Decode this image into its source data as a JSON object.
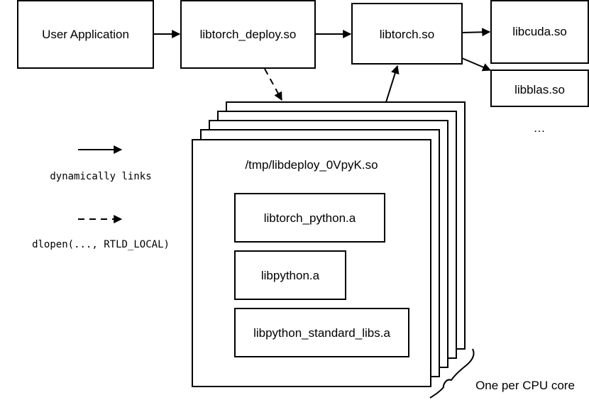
{
  "nodes": {
    "user_app": "User Application",
    "libtorch_deploy": "libtorch_deploy.so",
    "libtorch": "libtorch.so",
    "libcuda": "libcuda.so",
    "libblas": "libblas.so",
    "ellipsis": "…",
    "tmp_lib": "/tmp/libdeploy_0VpyK.so",
    "libtorch_python": "libtorch_python.a",
    "libpython": "libpython.a",
    "libpython_std": "libpython_standard_libs.a"
  },
  "legend": {
    "solid": "dynamically links",
    "dashed": "dlopen(..., RTLD_LOCAL)"
  },
  "annotation": "One per CPU core"
}
